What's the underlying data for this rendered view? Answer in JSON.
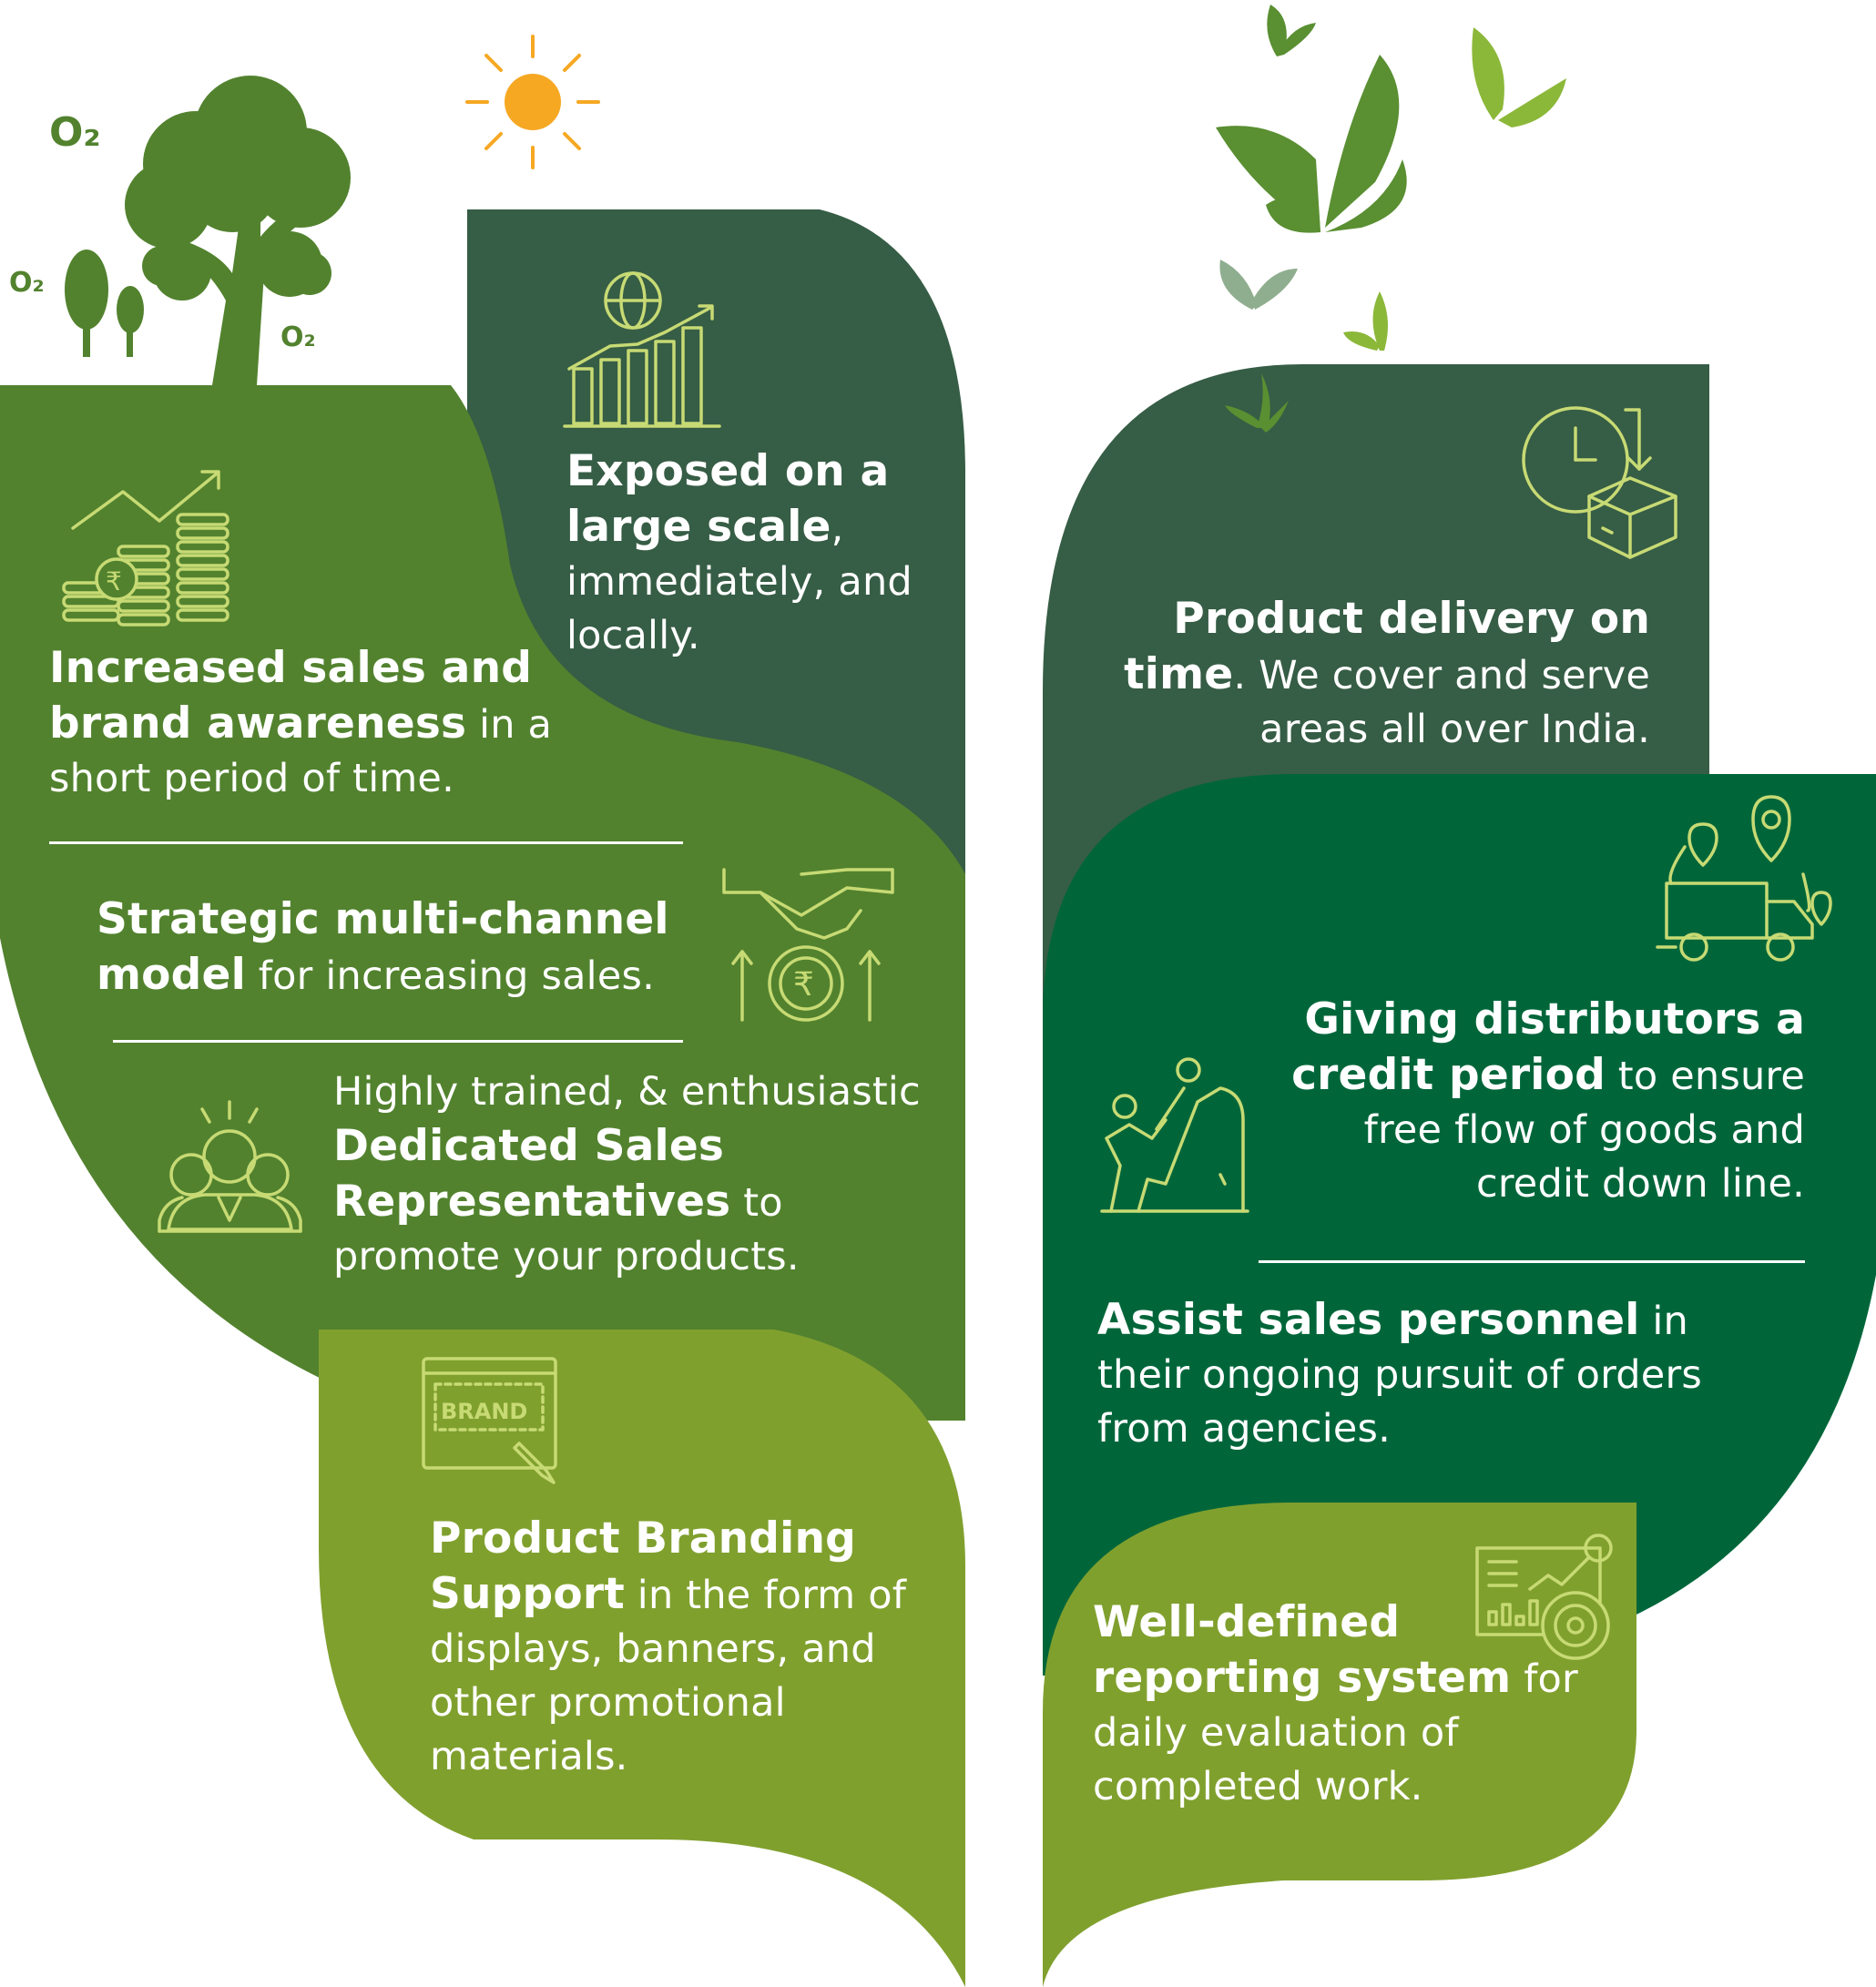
{
  "colors": {
    "dark_green": "#365d45",
    "mid_green": "#52822e",
    "light_green": "#80a02e",
    "forest_green": "#00663a",
    "icon_stroke": "#c7da74",
    "sun": "#f6a823",
    "butterfly_dark": "#5a8f32",
    "butterfly_light": "#8cb83a",
    "butterfly_pale": "#8fae8f"
  },
  "icons": {
    "oxygen": "O₂",
    "oxygen_small": "O₂",
    "brand": "BRAND",
    "rupee": "₹"
  },
  "items": {
    "exposed": {
      "bold": "Exposed on a large scale",
      "text": ", immediately, and locally."
    },
    "sales": {
      "bold": "Increased sales and brand awareness",
      "text": " in a short period of time."
    },
    "strategic": {
      "bold": "Strategic multi-channel model",
      "text": " for increasing sales."
    },
    "reps": {
      "pre": "Highly trained, & enthusiastic ",
      "bold": "Dedicated Sales Representatives",
      "text": " to promote your products."
    },
    "branding": {
      "bold": "Product Branding Support",
      "text": " in the form of displays, banners, and other promotional materials."
    },
    "delivery": {
      "bold": "Product delivery on time",
      "text": ".  We cover and serve areas all over India."
    },
    "credit": {
      "bold": "Giving distributors a credit period",
      "text": " to ensure free flow of goods and credit down line."
    },
    "assist": {
      "bold": "Assist sales personnel",
      "text": " in their ongoing pursuit of orders from agencies."
    },
    "reporting": {
      "bold": "Well-defined reporting system",
      "text": " for daily evaluation of completed work."
    }
  }
}
